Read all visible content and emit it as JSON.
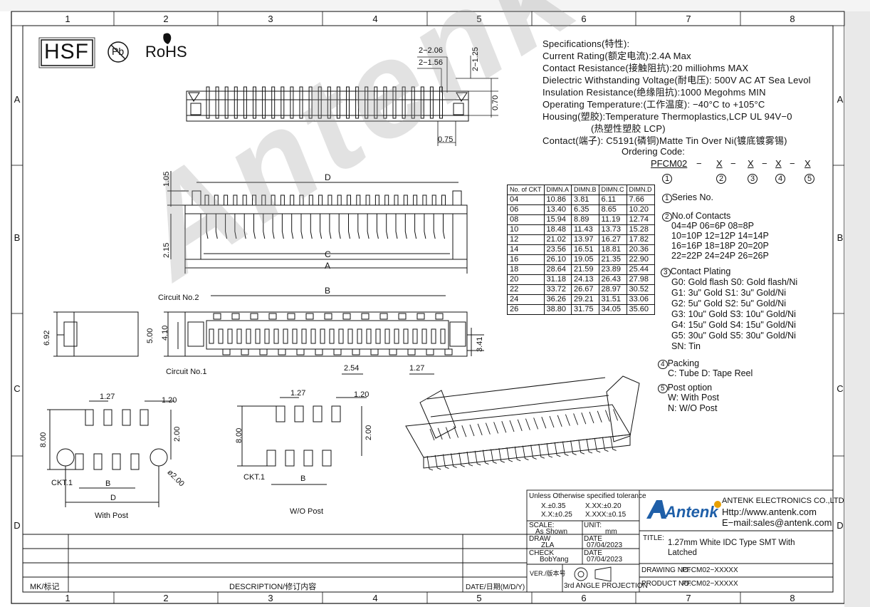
{
  "grid": {
    "columns": [
      "1",
      "2",
      "3",
      "4",
      "5",
      "6",
      "7",
      "8"
    ],
    "rows": [
      "A",
      "B",
      "C",
      "D"
    ]
  },
  "logos": {
    "hsf": "HSF",
    "pb": "Pb",
    "rohs": "RoHS"
  },
  "watermark": "Antenk",
  "specs": [
    "Specifications(特性):",
    "Current Rating(额定电流):2.4A Max",
    "Contact Resistance(接触阻抗):20 milliohms MAX",
    "Dielectric Withstanding Voltage(耐电压): 500V AC AT Sea Levol",
    "Insulation Resistance(绝缘阻抗):1000  Megohms MIN",
    "Operating Temperature:(工作温度): −40°C  to  +105°C",
    "Housing(塑胶):Temperature Thermoplastics,LCP UL 94V−0",
    "(热塑性塑胶 LCP)",
    "Contact(端子): C5191(磷铜)Matte Tin Over Ni(镀底镀雾锡)"
  ],
  "ordering": {
    "title": "Ordering Code:",
    "code": "PFCM02",
    "slots": [
      "X",
      "X",
      "X",
      "X"
    ],
    "nums": [
      "1",
      "2",
      "3",
      "4",
      "5"
    ],
    "series_label": "Series No.",
    "contacts_label": "No.of Contacts",
    "contacts_lines": [
      "04=4P   06=6P   08=8P",
      "10=10P  12=12P  14=14P",
      "16=16P  18=18P  20=20P",
      "22=22P  24=24P  26=26P"
    ],
    "plating_label": "Contact Plating",
    "plating_lines": [
      "G0: Gold flash  S0: Gold flash/Ni",
      "G1: 3u\" Gold   S1:  3u\" Gold/Ni",
      "G2: 5u\" Gold   S2:  5u\" Gold/Ni",
      "G3: 10u\" Gold  S3: 10u\" Gold/Ni",
      "G4: 15u\" Gold  S4: 15u\" Gold/Ni",
      "G5: 30u\" Gold  S5: 30u\" Gold/Ni",
      "SN: Tin"
    ],
    "packing_label": "Packing",
    "packing_line": "C: Tube D: Tape Reel",
    "post_label": "Post option",
    "post_lines": [
      "W: With Post",
      "N: W/O Post"
    ]
  },
  "dim_table": {
    "headers": [
      "No. of CKT",
      "DIMN.A",
      "DIMN.B",
      "DIMN.C",
      "DIMN.D"
    ],
    "rows": [
      [
        "04",
        "10.86",
        "3.81",
        "6.11",
        "7.66"
      ],
      [
        "06",
        "13.40",
        "6.35",
        "8.65",
        "10.20"
      ],
      [
        "08",
        "15.94",
        "8.89",
        "11.19",
        "12.74"
      ],
      [
        "10",
        "18.48",
        "11.43",
        "13.73",
        "15.28"
      ],
      [
        "12",
        "21.02",
        "13.97",
        "16.27",
        "17.82"
      ],
      [
        "14",
        "23.56",
        "16.51",
        "18.81",
        "20.36"
      ],
      [
        "16",
        "26.10",
        "19.05",
        "21.35",
        "22.90"
      ],
      [
        "18",
        "28.64",
        "21.59",
        "23.89",
        "25.44"
      ],
      [
        "20",
        "31.18",
        "24.13",
        "26.43",
        "27.98"
      ],
      [
        "22",
        "33.72",
        "26.67",
        "28.97",
        "30.52"
      ],
      [
        "24",
        "36.26",
        "29.21",
        "31.51",
        "33.06"
      ],
      [
        "26",
        "38.80",
        "31.75",
        "34.05",
        "35.60"
      ]
    ]
  },
  "dims": {
    "d206": "2−2.06",
    "d156": "2−1.56",
    "d125": "2−1.25",
    "d070": "0.70",
    "d075": "0.75",
    "d105": "1.05",
    "d215": "2.15",
    "D": "D",
    "C": "C",
    "A": "A",
    "B": "B",
    "circuit2": "Circuit No.2",
    "circuit1": "Circuit No.1",
    "d692": "6.92",
    "d500": "5.00",
    "d410": "4.10",
    "d341": "3.41",
    "d254": "2.54",
    "d127": "1.27",
    "d120": "1.20",
    "d800": "8.00",
    "d200": "2.00",
    "phi200": "ø2.00",
    "ckt1": "CKT.1",
    "with_post": "With Post",
    "wo_post": "W/O Post"
  },
  "title_block": {
    "tolerance_title": "Unless Otherwise specified tolerance",
    "tol_x": "X.±0.35",
    "tol_xx": "X.XX:±0.20",
    "tol_xx2": "X.X:±0.25",
    "tol_xxx": "X.XXX:±0.15",
    "scale_label": "SCALE:",
    "scale_value": "As Shown",
    "unit_label": "UNIT:",
    "unit_value": "mm",
    "draw_label": "DRAW",
    "draw_value": "ZLA",
    "date_label": "DATE",
    "draw_date": "07/04/2023",
    "check_label": "CHECK",
    "check_value": "BobYang",
    "check_date": "07/04/2023",
    "ver_label": "VER./版本号",
    "projection": "3rd ANGLE PROJECTION",
    "company": "ANTENK ELECTRONICS CO.,LTD",
    "logo_text": "Antenk",
    "http": "Http://www.antenk.com",
    "email": "E−mail:sales@antenk.com",
    "title_label": "TITLE:",
    "title_value_1": "1.27mm White IDC Type SMT With",
    "title_value_2": "Latched",
    "drawing_no_label": "DRAWING NO:",
    "drawing_no": "PFCM02−XXXXX",
    "product_no_label": "PRODUCT NO:",
    "product_no": "PFCM02−XXXXX",
    "mk": "MK/标记",
    "description": "DESCRIPTION/修订内容",
    "date_col": "DATE/日期(M/D/Y)"
  }
}
